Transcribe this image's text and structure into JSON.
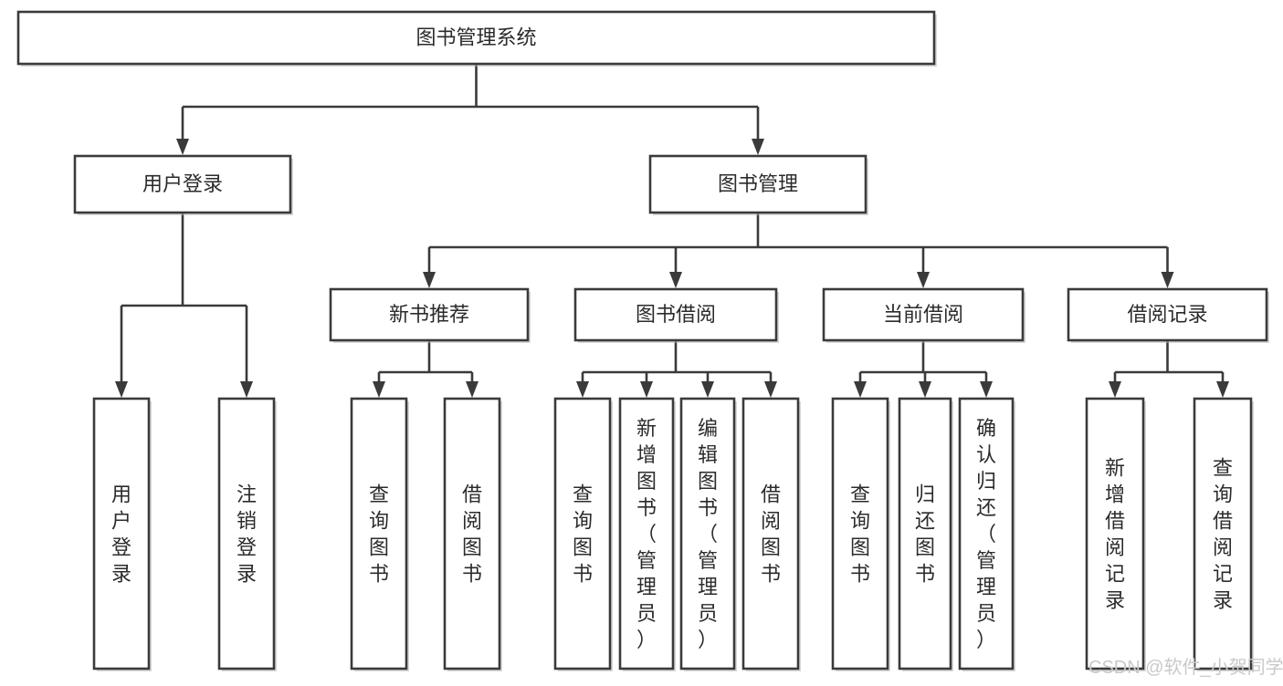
{
  "diagram": {
    "type": "tree-flowchart",
    "title": "图书管理系统",
    "root": {
      "id": "root",
      "label": "图书管理系统",
      "orientation": "horizontal"
    },
    "level2": [
      {
        "id": "user-login",
        "label": "用户登录",
        "orientation": "horizontal"
      },
      {
        "id": "book-manage",
        "label": "图书管理",
        "orientation": "horizontal"
      }
    ],
    "level3": [
      {
        "id": "new-book-recommend",
        "label": "新书推荐",
        "orientation": "horizontal"
      },
      {
        "id": "book-borrow",
        "label": "图书借阅",
        "orientation": "horizontal"
      },
      {
        "id": "current-borrow",
        "label": "当前借阅",
        "orientation": "horizontal"
      },
      {
        "id": "borrow-record",
        "label": "借阅记录",
        "orientation": "horizontal"
      }
    ],
    "leaves": [
      {
        "id": "leaf-user-login",
        "label": "用户登录",
        "parent": "user-login",
        "orientation": "vertical"
      },
      {
        "id": "leaf-user-logout",
        "label": "注销登录",
        "parent": "user-login",
        "orientation": "vertical"
      },
      {
        "id": "leaf-query-book-1",
        "label": "查询图书",
        "parent": "new-book-recommend",
        "orientation": "vertical"
      },
      {
        "id": "leaf-borrow-book-1",
        "label": "借阅图书",
        "parent": "new-book-recommend",
        "orientation": "vertical"
      },
      {
        "id": "leaf-query-book-2",
        "label": "查询图书",
        "parent": "book-borrow",
        "orientation": "vertical"
      },
      {
        "id": "leaf-add-book",
        "label": "新增图书（管理员）",
        "parent": "book-borrow",
        "orientation": "vertical"
      },
      {
        "id": "leaf-edit-book",
        "label": "编辑图书（管理员）",
        "parent": "book-borrow",
        "orientation": "vertical"
      },
      {
        "id": "leaf-borrow-book-2",
        "label": "借阅图书",
        "parent": "book-borrow",
        "orientation": "vertical"
      },
      {
        "id": "leaf-query-book-3",
        "label": "查询图书",
        "parent": "current-borrow",
        "orientation": "vertical"
      },
      {
        "id": "leaf-return-book",
        "label": "归还图书",
        "parent": "current-borrow",
        "orientation": "vertical"
      },
      {
        "id": "leaf-confirm-return",
        "label": "确认归还（管理员）",
        "parent": "current-borrow",
        "orientation": "vertical"
      },
      {
        "id": "leaf-add-record",
        "label": "新增借阅记录",
        "parent": "borrow-record",
        "orientation": "vertical"
      },
      {
        "id": "leaf-query-record",
        "label": "查询借阅记录",
        "parent": "borrow-record",
        "orientation": "vertical"
      }
    ]
  },
  "watermark": {
    "text": "CSDN @软件_小贺同学"
  },
  "colors": {
    "stroke": "#3a3a3a",
    "fill": "#ffffff",
    "text": "#2b2b2b",
    "watermark": "#c9c9c9",
    "background": "#ffffff"
  }
}
